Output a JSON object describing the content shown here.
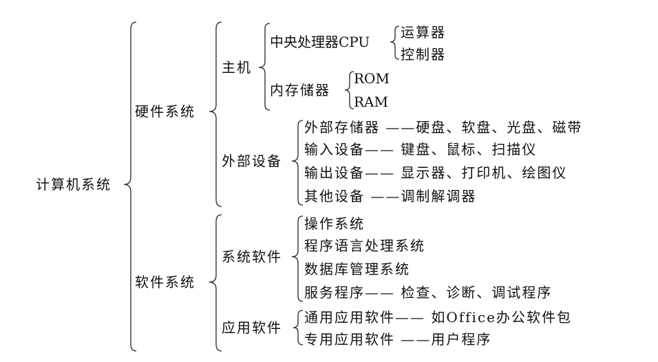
{
  "root": "计算机系统",
  "hardware": {
    "label": "硬件系统",
    "host": {
      "label": "主机",
      "cpu": {
        "label": "中央处理器CPU",
        "items": [
          "运算器",
          "控制器"
        ]
      },
      "memory": {
        "label": "内存储器",
        "items": [
          "ROM",
          "RAM"
        ]
      }
    },
    "peripheral": {
      "label": "外部设备",
      "items": [
        "外部存储器 ——硬盘、软盘、光盘、磁带",
        "输入设备—— 键盘、鼠标、扫描仪",
        "输出设备—— 显示器、打印机、绘图仪",
        "其他设备 ——调制解调器"
      ]
    }
  },
  "software": {
    "label": "软件系统",
    "system": {
      "label": "系统软件",
      "items": [
        "操作系统",
        "程序语言处理系统",
        "数据库管理系统",
        "服务程序—— 检查、诊断、调试程序"
      ]
    },
    "application": {
      "label": "应用软件",
      "items": [
        "通用应用软件—— 如Office办公软件包",
        "专用应用软件 ——用户程序"
      ]
    }
  }
}
